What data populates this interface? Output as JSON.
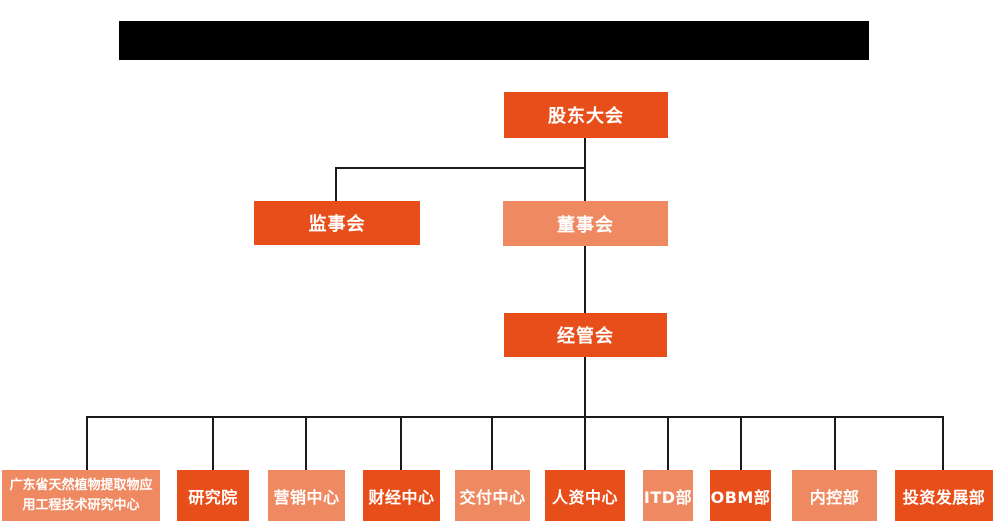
{
  "colors": {
    "primary": "#E84E1A",
    "secondary": "#EF8962",
    "line": "#1A1A1A",
    "node_text": "#FFFFFF",
    "background": "#FFFFFF",
    "redacted_bar": "#000000"
  },
  "org_chart": {
    "root": {
      "label": "股东大会",
      "variant": "primary"
    },
    "level2": [
      {
        "label": "监事会",
        "variant": "primary"
      },
      {
        "label": "董事会",
        "variant": "secondary"
      }
    ],
    "level3": {
      "label": "经管会",
      "variant": "primary"
    },
    "departments": [
      {
        "label": "广东省天然植物提取物应用工程技术研究中心",
        "variant": "secondary"
      },
      {
        "label": "研究院",
        "variant": "primary"
      },
      {
        "label": "营销中心",
        "variant": "secondary"
      },
      {
        "label": "财经中心",
        "variant": "primary"
      },
      {
        "label": "交付中心",
        "variant": "secondary"
      },
      {
        "label": "人资中心",
        "variant": "primary"
      },
      {
        "label": "ITD部",
        "variant": "secondary"
      },
      {
        "label": "OBM部",
        "variant": "primary"
      },
      {
        "label": "内控部",
        "variant": "secondary"
      },
      {
        "label": "投资发展部",
        "variant": "primary"
      }
    ]
  }
}
